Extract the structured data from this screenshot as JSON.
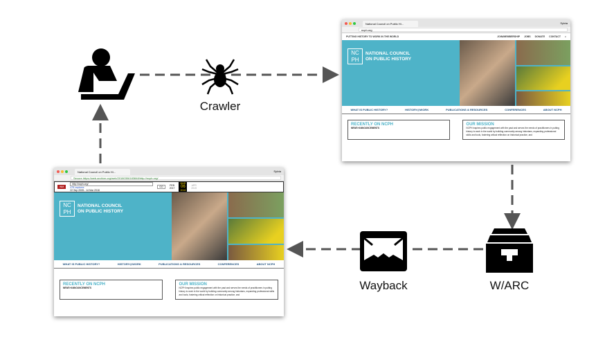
{
  "labels": {
    "crawler": "Crawler",
    "warc": "W/ARC",
    "wayback": "Wayback"
  },
  "live_site": {
    "tab_title": "National Council on Public Hi...",
    "user": "Sylvia",
    "url": "ncph.org",
    "tagline": "PUTTING HISTORY TO WORK IN THE WORLD",
    "util_links": [
      "JOIN/MEMBERSHIP",
      "JOBS",
      "DONATE",
      "CONTACT"
    ],
    "logo_letters": "NC PH",
    "logo_name": "NATIONAL COUNCIL ON PUBLIC HISTORY",
    "nav": [
      "WHAT IS PUBLIC HISTORY?",
      "HISTORY@WORK",
      "PUBLICATIONS & RESOURCES",
      "CONFERENCES",
      "ABOUT NCPH"
    ],
    "recent_title": "RECENTLY ON NCPH",
    "recent_sub": "NEWS+ANNOUNCEMENTS",
    "mission_title": "OUR MISSION",
    "mission_text": "NCPH inspires public engagement with the past and serves the needs of practitioners in putting history to work in the world by building community among historians, expanding professional skills and tools, fostering critical reflection on historical practice, and"
  },
  "archived_site": {
    "tab_title": "National Council on Public Hi...",
    "user": "Sylvia",
    "url": "Secure  https://web.archive.org/web/20180306183848/http://ncph.org/",
    "wayback_input": "http://ncph.org/",
    "captures": "478 captures",
    "capture_range": "22 Sep 2005 - 14 Mar 2018",
    "month_prev": "FEB",
    "month_cur": "MAR",
    "day": "06",
    "month_next": "APR",
    "year_prev": "2017",
    "year_cur": "2018",
    "year_next": "2019",
    "go": "GO"
  },
  "colors": {
    "teal": "#4eb3c8",
    "navy": "#1d4f7c",
    "arrow": "#555555"
  }
}
